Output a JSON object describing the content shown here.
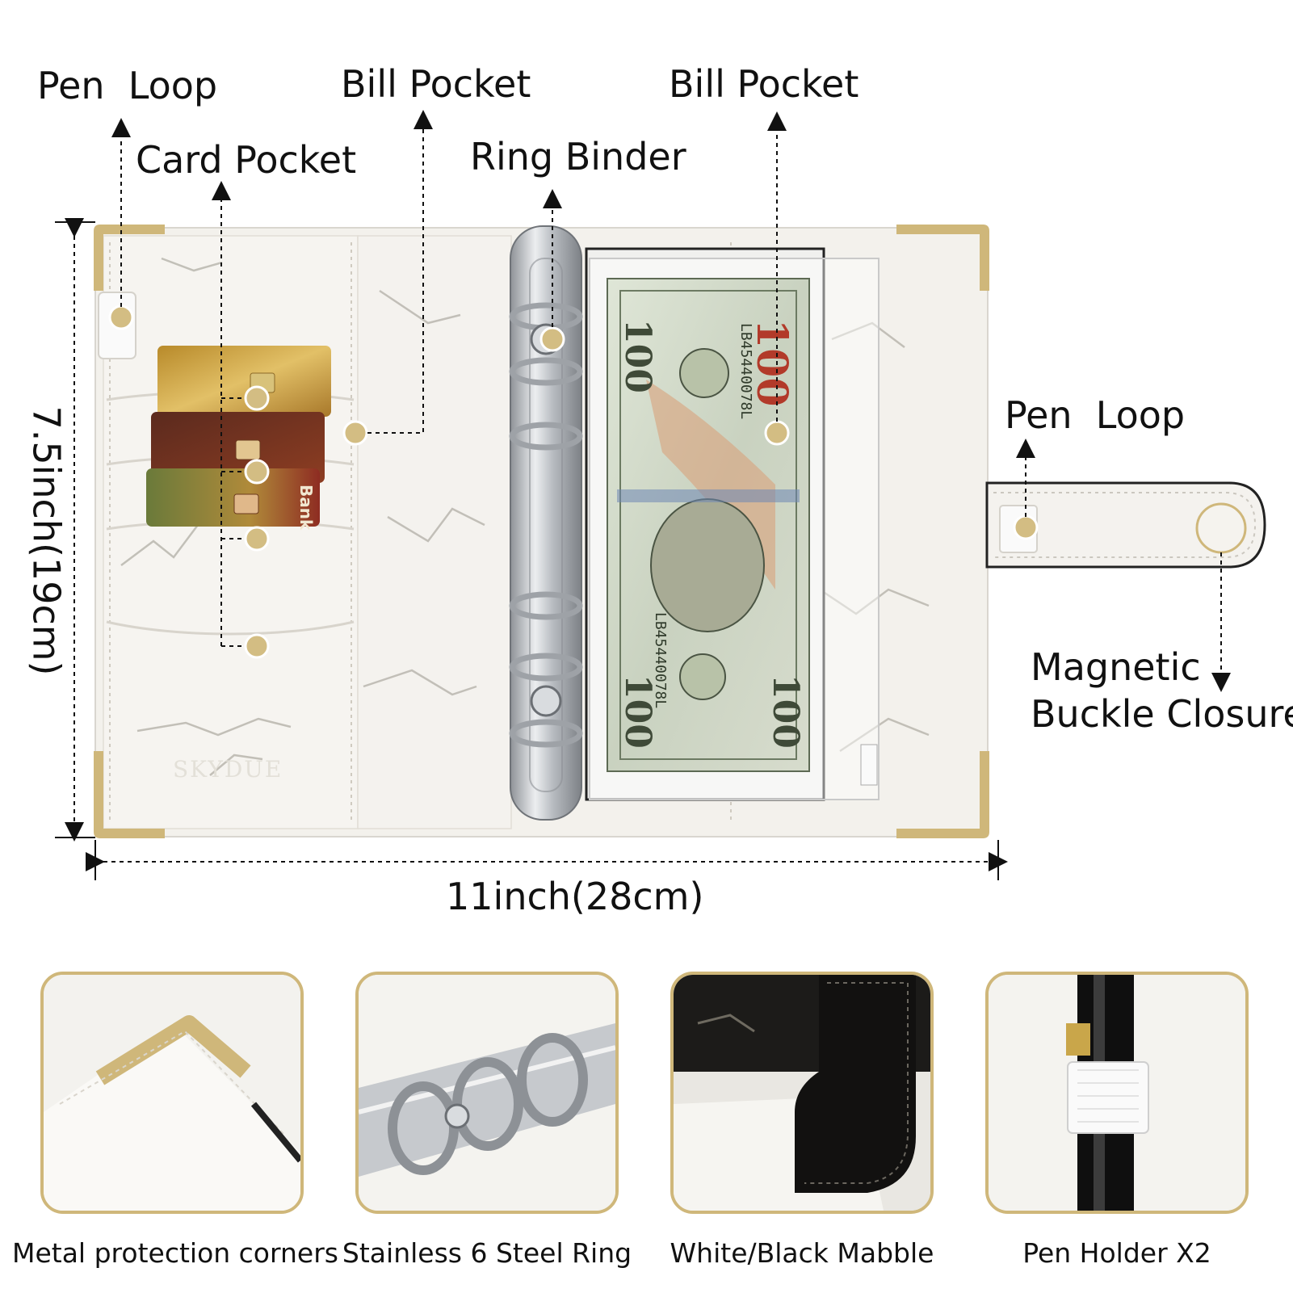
{
  "callouts": {
    "pen_loop_top": "Pen  Loop",
    "card_pocket": "Card Pocket",
    "bill_pocket_left": "Bill Pocket",
    "ring_binder": "Ring Binder",
    "bill_pocket_right": "Bill Pocket",
    "pen_loop_right": "Pen  Loop",
    "magnetic_line1": "Magnetic",
    "magnetic_line2": "Buckle Closure"
  },
  "dimensions": {
    "height": "7.5inch(19cm)",
    "width": "11inch(28cm)"
  },
  "features": [
    {
      "caption": "Metal protection corners",
      "icon": "corner-detail"
    },
    {
      "caption": "Stainless 6 Steel Ring",
      "icon": "ring-detail"
    },
    {
      "caption": "White/Black Mabble",
      "icon": "strap-detail"
    },
    {
      "caption": "Pen Holder X2",
      "icon": "pen-detail"
    }
  ],
  "product_print": {
    "card_bank": "Bank",
    "bill_value": "100",
    "bill_serial": "LB45440078L",
    "brand": "SKYDUE"
  },
  "colors": {
    "gold": "#cfb77a",
    "marble": "#f3f1ec",
    "vein": "#b9b6ae",
    "metal": "#bfc2c6"
  }
}
